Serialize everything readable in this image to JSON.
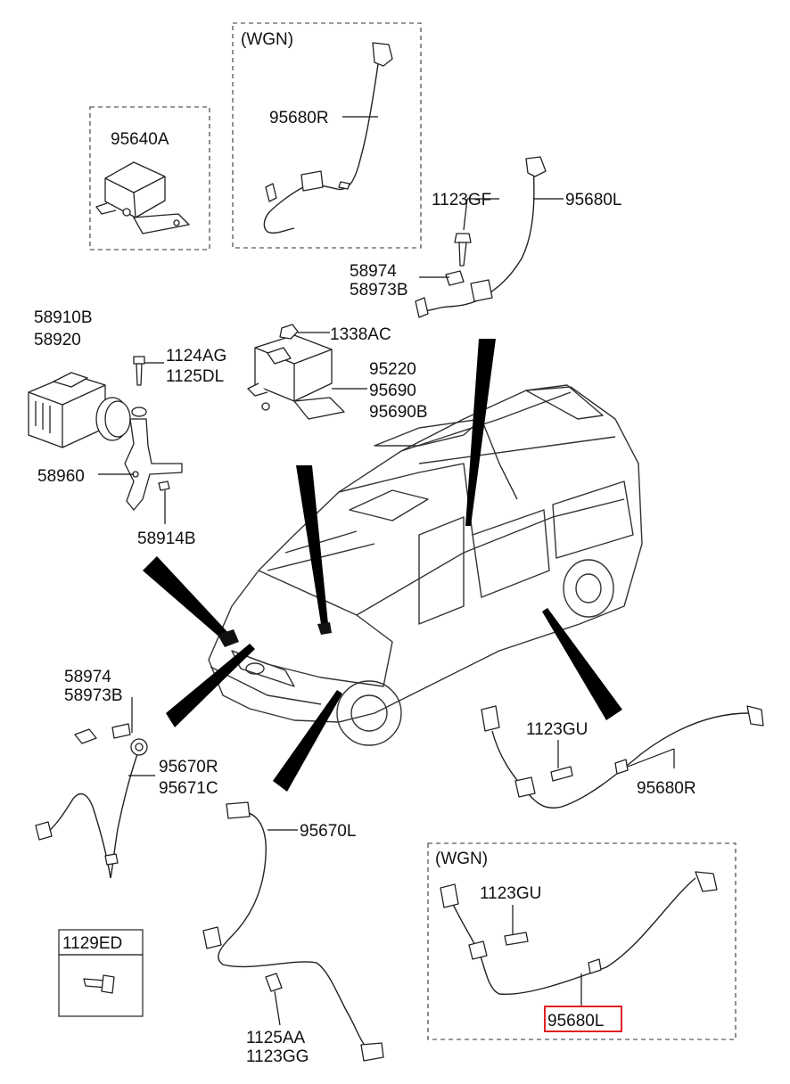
{
  "labels": {
    "wgn_top": "(WGN)",
    "p95640a": "95640A",
    "p95680r_top": "95680R",
    "p1123gf": "1123GF",
    "p95680l_top": "95680L",
    "p58974_top": "58974",
    "p58973b_top": "58973B",
    "p58910b": "58910B",
    "p58920": "58920",
    "p1124ag": "1124AG",
    "p1125dl": "1125DL",
    "p1338ac": "1338AC",
    "p95220": "95220",
    "p95690": "95690",
    "p95690b": "95690B",
    "p58960": "58960",
    "p58914b": "58914B",
    "p58974_mid": "58974",
    "p58973b_mid": "58973B",
    "p1123gu_right": "1123GU",
    "p95670r": "95670R",
    "p95671c": "95671C",
    "p95680r_right": "95680R",
    "p95670l": "95670L",
    "wgn_bottom": "(WGN)",
    "p1123gu_wgn": "1123GU",
    "p1129ed": "1129ED",
    "p95680l_highlight": "95680L",
    "p1125aa": "1125AA",
    "p1123gg": "1123GG"
  },
  "highlight_color": "#e02020"
}
